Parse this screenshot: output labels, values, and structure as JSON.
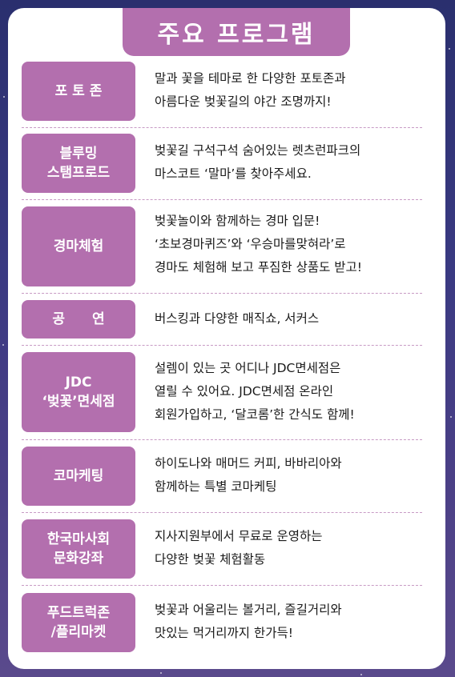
{
  "title": "주요 프로그램",
  "programs": [
    {
      "label": [
        "포 토 존"
      ],
      "desc": [
        "말과 꽃을 테마로 한 다양한 포토존과",
        "아름다운 벚꽃길의 야간 조명까지!"
      ]
    },
    {
      "label": [
        "블루밍",
        "스탬프로드"
      ],
      "desc": [
        "벚꽃길 구석구석 숨어있는 렛츠런파크의",
        "마스코트 ‘말마’를 찾아주세요."
      ]
    },
    {
      "label": [
        "경마체험"
      ],
      "desc": [
        "벚꽃놀이와 함께하는 경마 입문!",
        "‘초보경마퀴즈’와 ‘우승마를맞혀라’로",
        "경마도 체험해 보고 푸짐한 상품도 받고!"
      ]
    },
    {
      "label": [
        "공　　연"
      ],
      "desc": [
        "버스킹과 다양한 매직쇼, 서커스"
      ]
    },
    {
      "label": [
        "JDC",
        "‘벚꽃’면세점"
      ],
      "desc": [
        "설렘이 있는 곳 어디나 JDC면세점은",
        "열릴 수 있어요. JDC면세점 온라인",
        "회원가입하고, ‘달코롬’한 간식도 함께!"
      ]
    },
    {
      "label": [
        "코마케팅"
      ],
      "desc": [
        "하이도나와 매머드 커피, 바바리아와",
        "함께하는 특별 코마케팅"
      ]
    },
    {
      "label": [
        "한국마사회",
        "문화강좌"
      ],
      "desc": [
        "지사지원부에서 무료로 운영하는",
        "다양한 벚꽃 체험활동"
      ]
    },
    {
      "label": [
        "푸드트럭존",
        "/플리마켓"
      ],
      "desc": [
        "벚꽃과 어울리는 볼거리, 즐길거리와",
        "맛있는 먹거리까지 한가득!"
      ]
    }
  ],
  "colors": {
    "accent": "#b36fae",
    "divider": "#c79ac4",
    "background": "#34377a"
  }
}
